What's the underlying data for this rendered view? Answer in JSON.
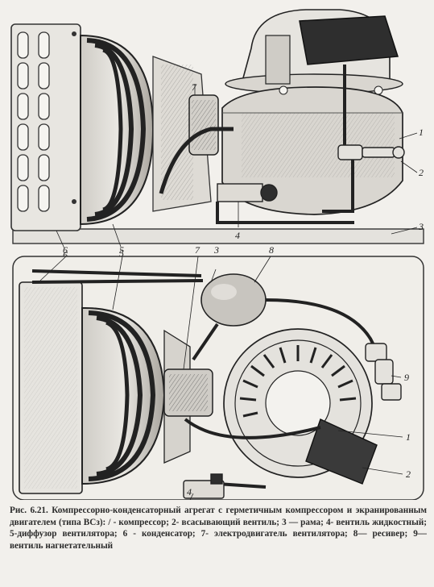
{
  "figure": {
    "callouts_top": [
      "1",
      "2",
      "3",
      "4",
      "5",
      "6",
      "7"
    ],
    "callouts_bottom": [
      "1",
      "2",
      "3",
      "4",
      "5",
      "6",
      "7",
      "8",
      "9"
    ]
  },
  "caption": {
    "text": "Рис. 6.21. Компрессорно-конденсаторный агрегат с герметичным компрессором и экранированным двигателем (типа ВСз): / - компрессор; 2- всасывающий вентиль; 3 — рама; 4- вентиль жидкостный; 5-диффузор вентилятора; 6 - конденсатор; 7- электродвигатель вентилятора; 8— ресивер; 9— вентиль нагнетательный"
  }
}
